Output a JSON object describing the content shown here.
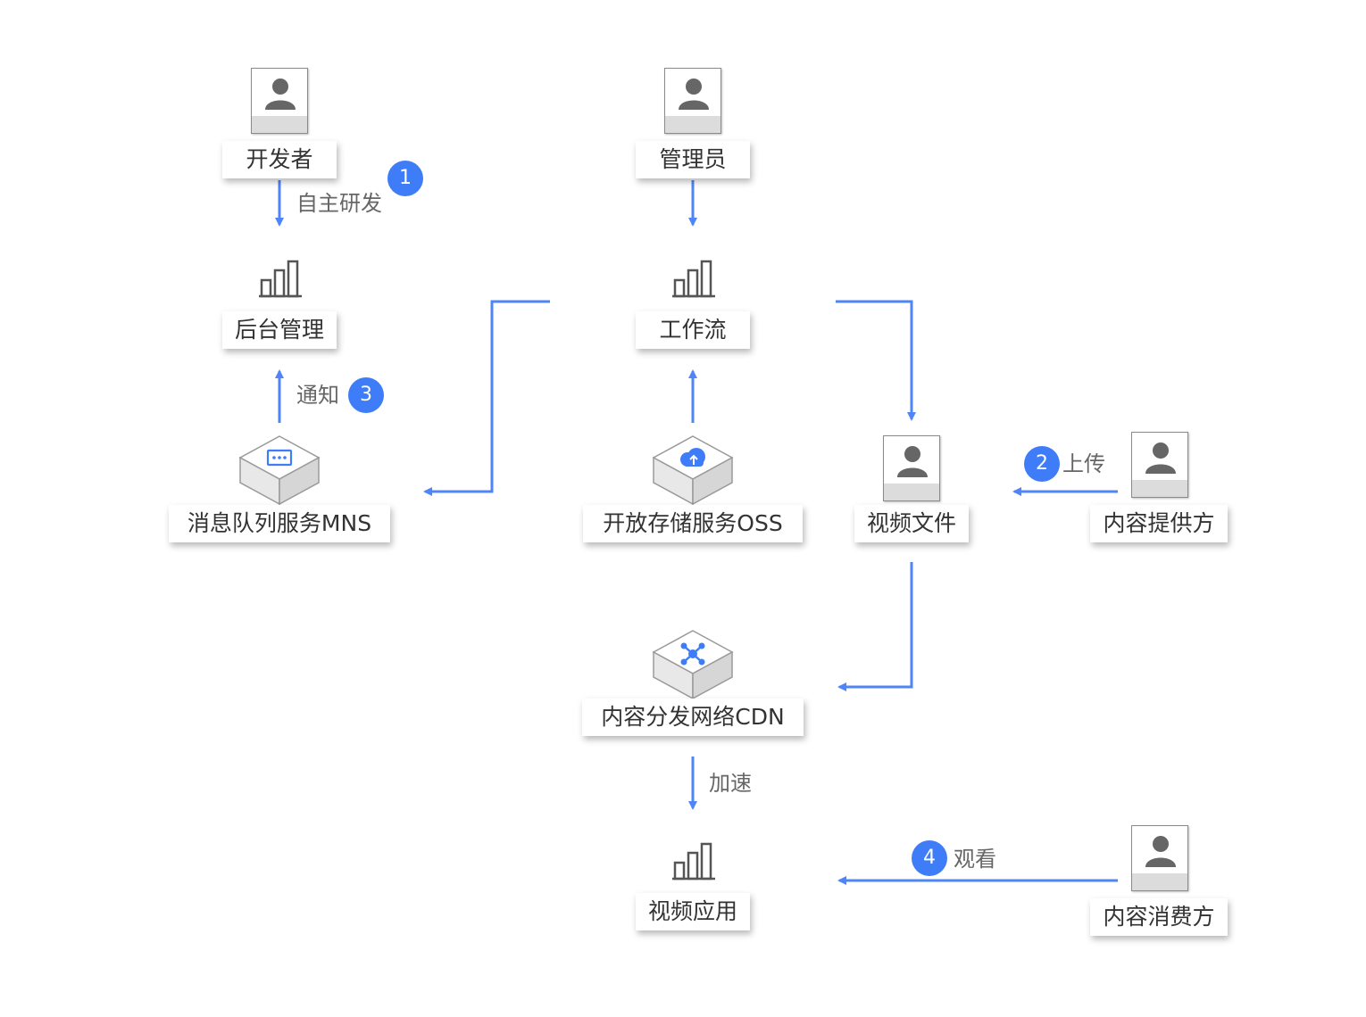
{
  "colors": {
    "accent": "#3f7cf7",
    "line": "#4f86f7"
  },
  "actors": {
    "developer": "开发者",
    "admin": "管理员",
    "content_provider": "内容提供方",
    "content_consumer": "内容消费方"
  },
  "components": {
    "backend": "后台管理",
    "workflow": "工作流",
    "mns": "消息队列服务MNS",
    "oss": "开放存储服务OSS",
    "video_file": "视频文件",
    "cdn": "内容分发网络CDN",
    "video_app": "视频应用"
  },
  "edges": {
    "develop": "自主研发",
    "notify": "通知",
    "upload": "上传",
    "accelerate": "加速",
    "watch": "观看"
  },
  "steps": {
    "s1": "1",
    "s2": "2",
    "s3": "3",
    "s4": "4"
  },
  "icons": {
    "person": "person-icon",
    "bar_chart": "bar-chart-icon",
    "mns": "message-queue-icon",
    "oss": "cloud-upload-icon",
    "cdn": "network-hub-icon"
  }
}
